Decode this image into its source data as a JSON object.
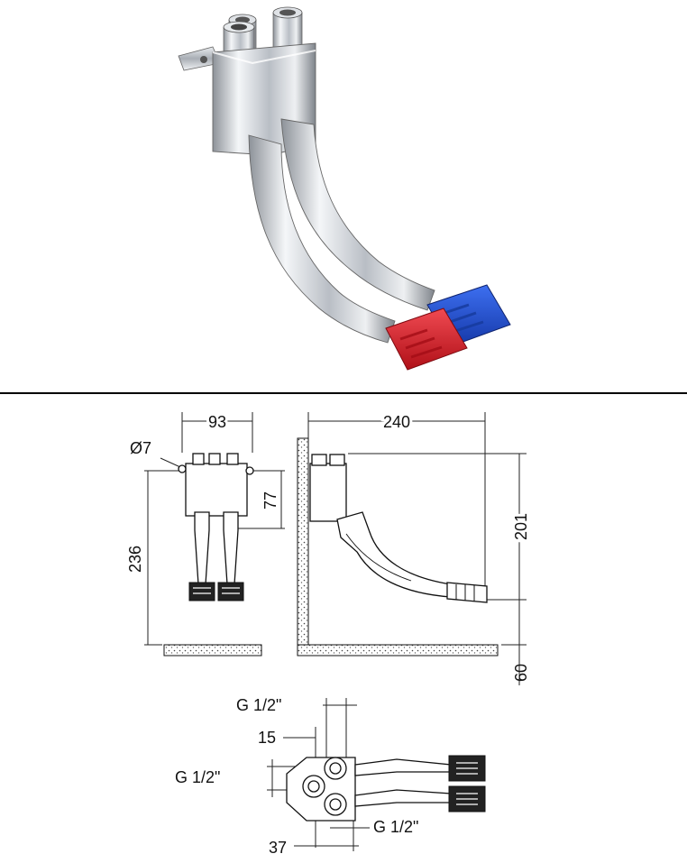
{
  "colors": {
    "hot": "#d8202a",
    "cold": "#1e4fd6",
    "chrome": "#c9ccd1",
    "line": "#111111"
  },
  "photo": {
    "subject": "foot-operated-valve",
    "pedals": [
      "hot-pedal",
      "cold-pedal"
    ]
  },
  "front_view": {
    "width": "93",
    "hole": "Ø7",
    "height": "236",
    "offset": "77"
  },
  "side_view": {
    "depth": "240",
    "height": "201",
    "floor_gap": "60"
  },
  "top_view": {
    "inlet_top": "G 1/2\"",
    "spacing": "15",
    "inlet_left": "G 1/2\"",
    "outlet": "G 1/2\"",
    "bottom": "37"
  }
}
